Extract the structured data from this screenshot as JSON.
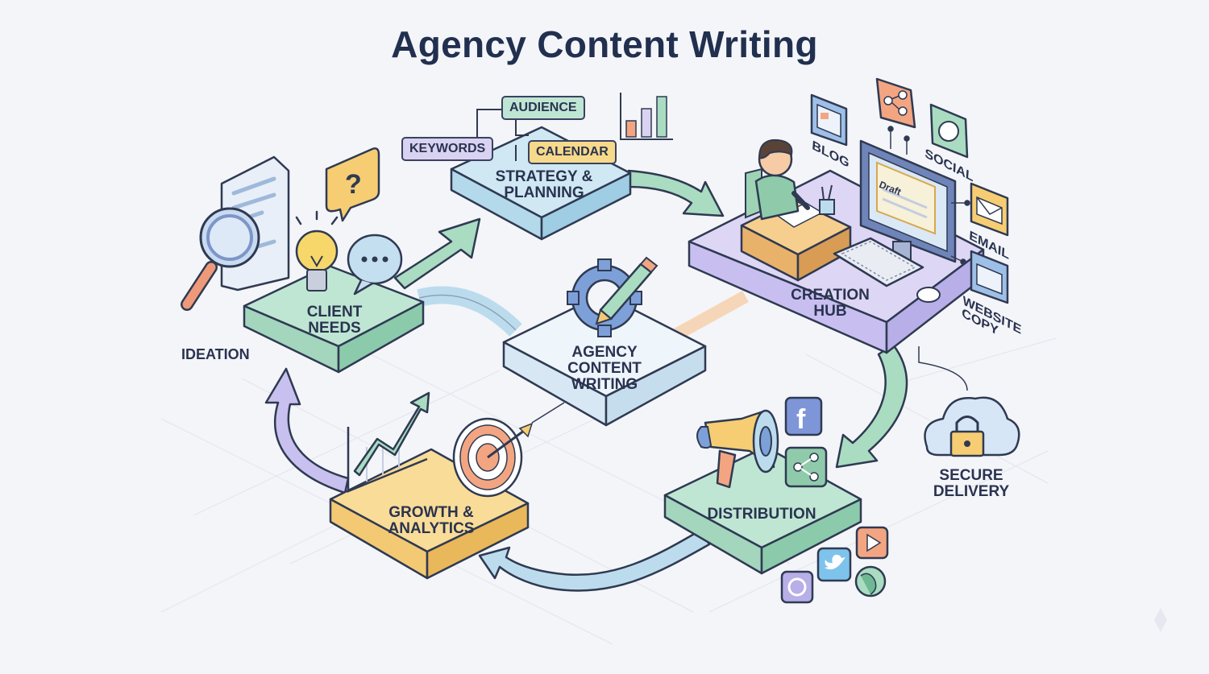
{
  "title": "Agency Content Writing",
  "center": {
    "label_lines": [
      "AGENCY",
      "CONTENT",
      "WRITING"
    ]
  },
  "stages": {
    "client_needs": {
      "lines": [
        "CLIENT",
        "NEEDS"
      ],
      "outer": "IDEATION"
    },
    "strategy": {
      "lines": [
        "STRATEGY &",
        "PLANNING"
      ],
      "tags": [
        "AUDIENCE",
        "KEYWORDS",
        "CALENDAR"
      ]
    },
    "creation": {
      "lines": [
        "CREATION",
        "HUB"
      ],
      "screen_text": "Draft",
      "channels": [
        "BLOG",
        "SOCIAL",
        "EMAIL",
        "WEBSITE COPY"
      ]
    },
    "distribution": {
      "lines": [
        "DISTRIBUTION"
      ]
    },
    "growth": {
      "lines": [
        "GROWTH &",
        "ANALYTICS"
      ]
    },
    "secure": {
      "lines": [
        "SECURE",
        "DELIVERY"
      ]
    }
  },
  "colors": {
    "green": "#bfe6d3",
    "blue": "#bfe1ee",
    "purple": "#d9d2f1",
    "yellow": "#f7d98a",
    "orange": "#f3a582",
    "arrow_green": "#a9dcc1",
    "arrow_blue": "#bcdcee",
    "arrow_purple": "#c8c0ee"
  }
}
